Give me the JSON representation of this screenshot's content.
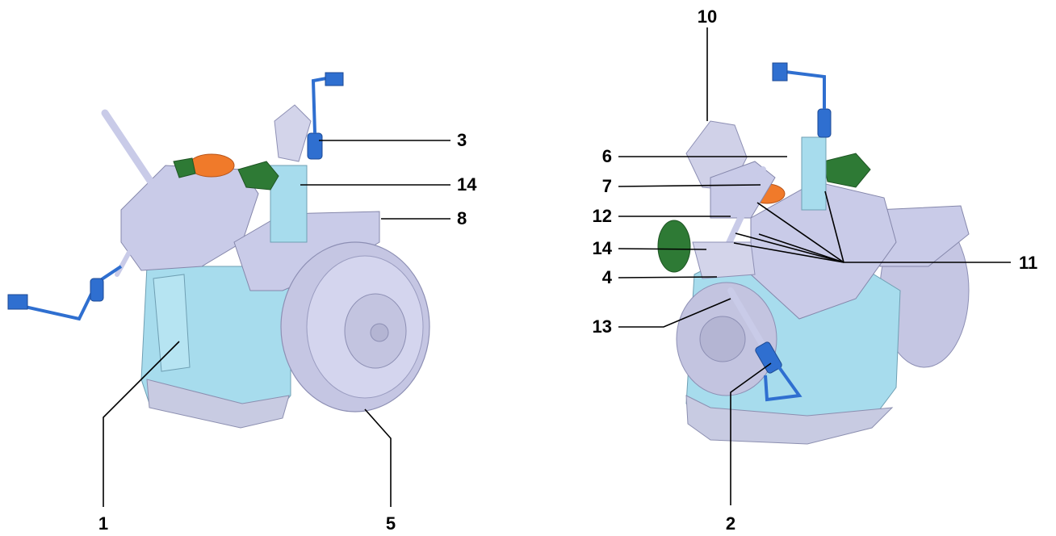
{
  "figure": {
    "left_view": {
      "callouts": [
        "1",
        "3",
        "14",
        "8",
        "5"
      ]
    },
    "right_view": {
      "callouts": [
        "10",
        "6",
        "7",
        "12",
        "14",
        "4",
        "13",
        "2",
        "11"
      ]
    }
  },
  "colors": {
    "housing_blue": "#a7dced",
    "head_lavender": "#c9cbe8",
    "pulley_lavender": "#c5c6e3",
    "valve_green": "#2e7a35",
    "cap_orange": "#f07a2a",
    "cable_blue": "#2f6fd0",
    "leader_black": "#000000"
  }
}
